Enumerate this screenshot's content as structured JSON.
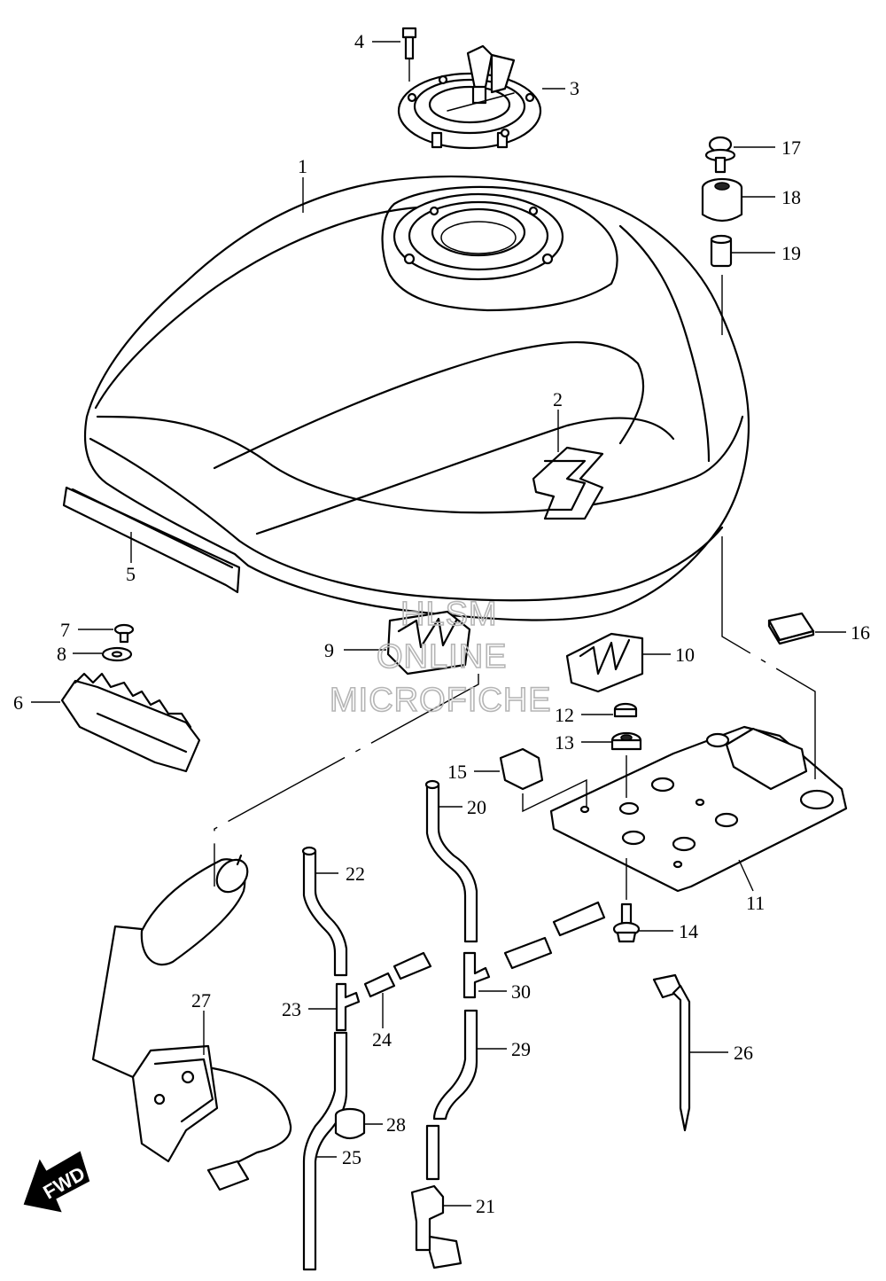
{
  "watermark": {
    "line1": "HLSM",
    "line2": "ONLINE",
    "line3": "MICROFICHE"
  },
  "fwd_label": "FWD",
  "callouts": [
    {
      "id": "1",
      "text": "1"
    },
    {
      "id": "2",
      "text": "2"
    },
    {
      "id": "3",
      "text": "3"
    },
    {
      "id": "4",
      "text": "4"
    },
    {
      "id": "5",
      "text": "5"
    },
    {
      "id": "6",
      "text": "6"
    },
    {
      "id": "7",
      "text": "7"
    },
    {
      "id": "8",
      "text": "8"
    },
    {
      "id": "9",
      "text": "9"
    },
    {
      "id": "10",
      "text": "10"
    },
    {
      "id": "11",
      "text": "11"
    },
    {
      "id": "12",
      "text": "12"
    },
    {
      "id": "13",
      "text": "13"
    },
    {
      "id": "14",
      "text": "14"
    },
    {
      "id": "15",
      "text": "15"
    },
    {
      "id": "16",
      "text": "16"
    },
    {
      "id": "17",
      "text": "17"
    },
    {
      "id": "18",
      "text": "18"
    },
    {
      "id": "19",
      "text": "19"
    },
    {
      "id": "20",
      "text": "20"
    },
    {
      "id": "21",
      "text": "21"
    },
    {
      "id": "22",
      "text": "22"
    },
    {
      "id": "23",
      "text": "23"
    },
    {
      "id": "24",
      "text": "24"
    },
    {
      "id": "25",
      "text": "25"
    },
    {
      "id": "26",
      "text": "26"
    },
    {
      "id": "27",
      "text": "27"
    },
    {
      "id": "28",
      "text": "28"
    },
    {
      "id": "29",
      "text": "29"
    },
    {
      "id": "30",
      "text": "30"
    }
  ]
}
